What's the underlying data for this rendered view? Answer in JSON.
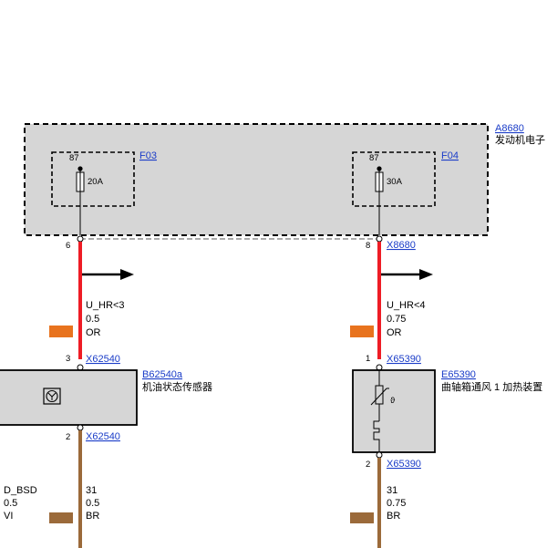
{
  "module": {
    "id": "A8680",
    "name": "发动机电子"
  },
  "fuses": [
    {
      "id": "F03",
      "pin": "87",
      "rating": "20A"
    },
    {
      "id": "F04",
      "pin": "87",
      "rating": "30A"
    }
  ],
  "left_branch": {
    "module_pin": "6",
    "wire": {
      "signal": "U_HR<3",
      "gauge": "0.5",
      "color_code": "OR",
      "color_hex": "#e8731e"
    },
    "sensor_top_pin": "3",
    "sensor_top_connector": "X62540",
    "sensor_id": "B62540a",
    "sensor_name": "机油状态传感器",
    "sensor_bottom_pin": "2",
    "sensor_bottom_connector": "X62540",
    "ground_wire": {
      "signal": "31",
      "gauge": "0.5",
      "color_code": "BR",
      "color_hex": "#9b6a3a"
    }
  },
  "right_branch": {
    "module_pin": "8",
    "module_connector": "X8680",
    "wire": {
      "signal": "U_HR<4",
      "gauge": "0.75",
      "color_code": "OR",
      "color_hex": "#e8731e"
    },
    "heater_top_pin": "1",
    "heater_top_connector": "X65390",
    "heater_id": "E65390",
    "heater_name": "曲轴箱通风 1 加热装置",
    "heater_bottom_pin": "2",
    "heater_bottom_connector": "X65390",
    "ground_wire": {
      "signal": "31",
      "gauge": "0.75",
      "color_code": "BR",
      "color_hex": "#9b6a3a"
    }
  },
  "far_left_wire": {
    "signal": "D_BSD",
    "gauge": "0.5",
    "color_code": "VI",
    "color_hex": "#8a5a3c"
  },
  "colors": {
    "power": "#ee1c25",
    "housing_fill": "#d6d6d6",
    "link": "#1a3cc8"
  }
}
